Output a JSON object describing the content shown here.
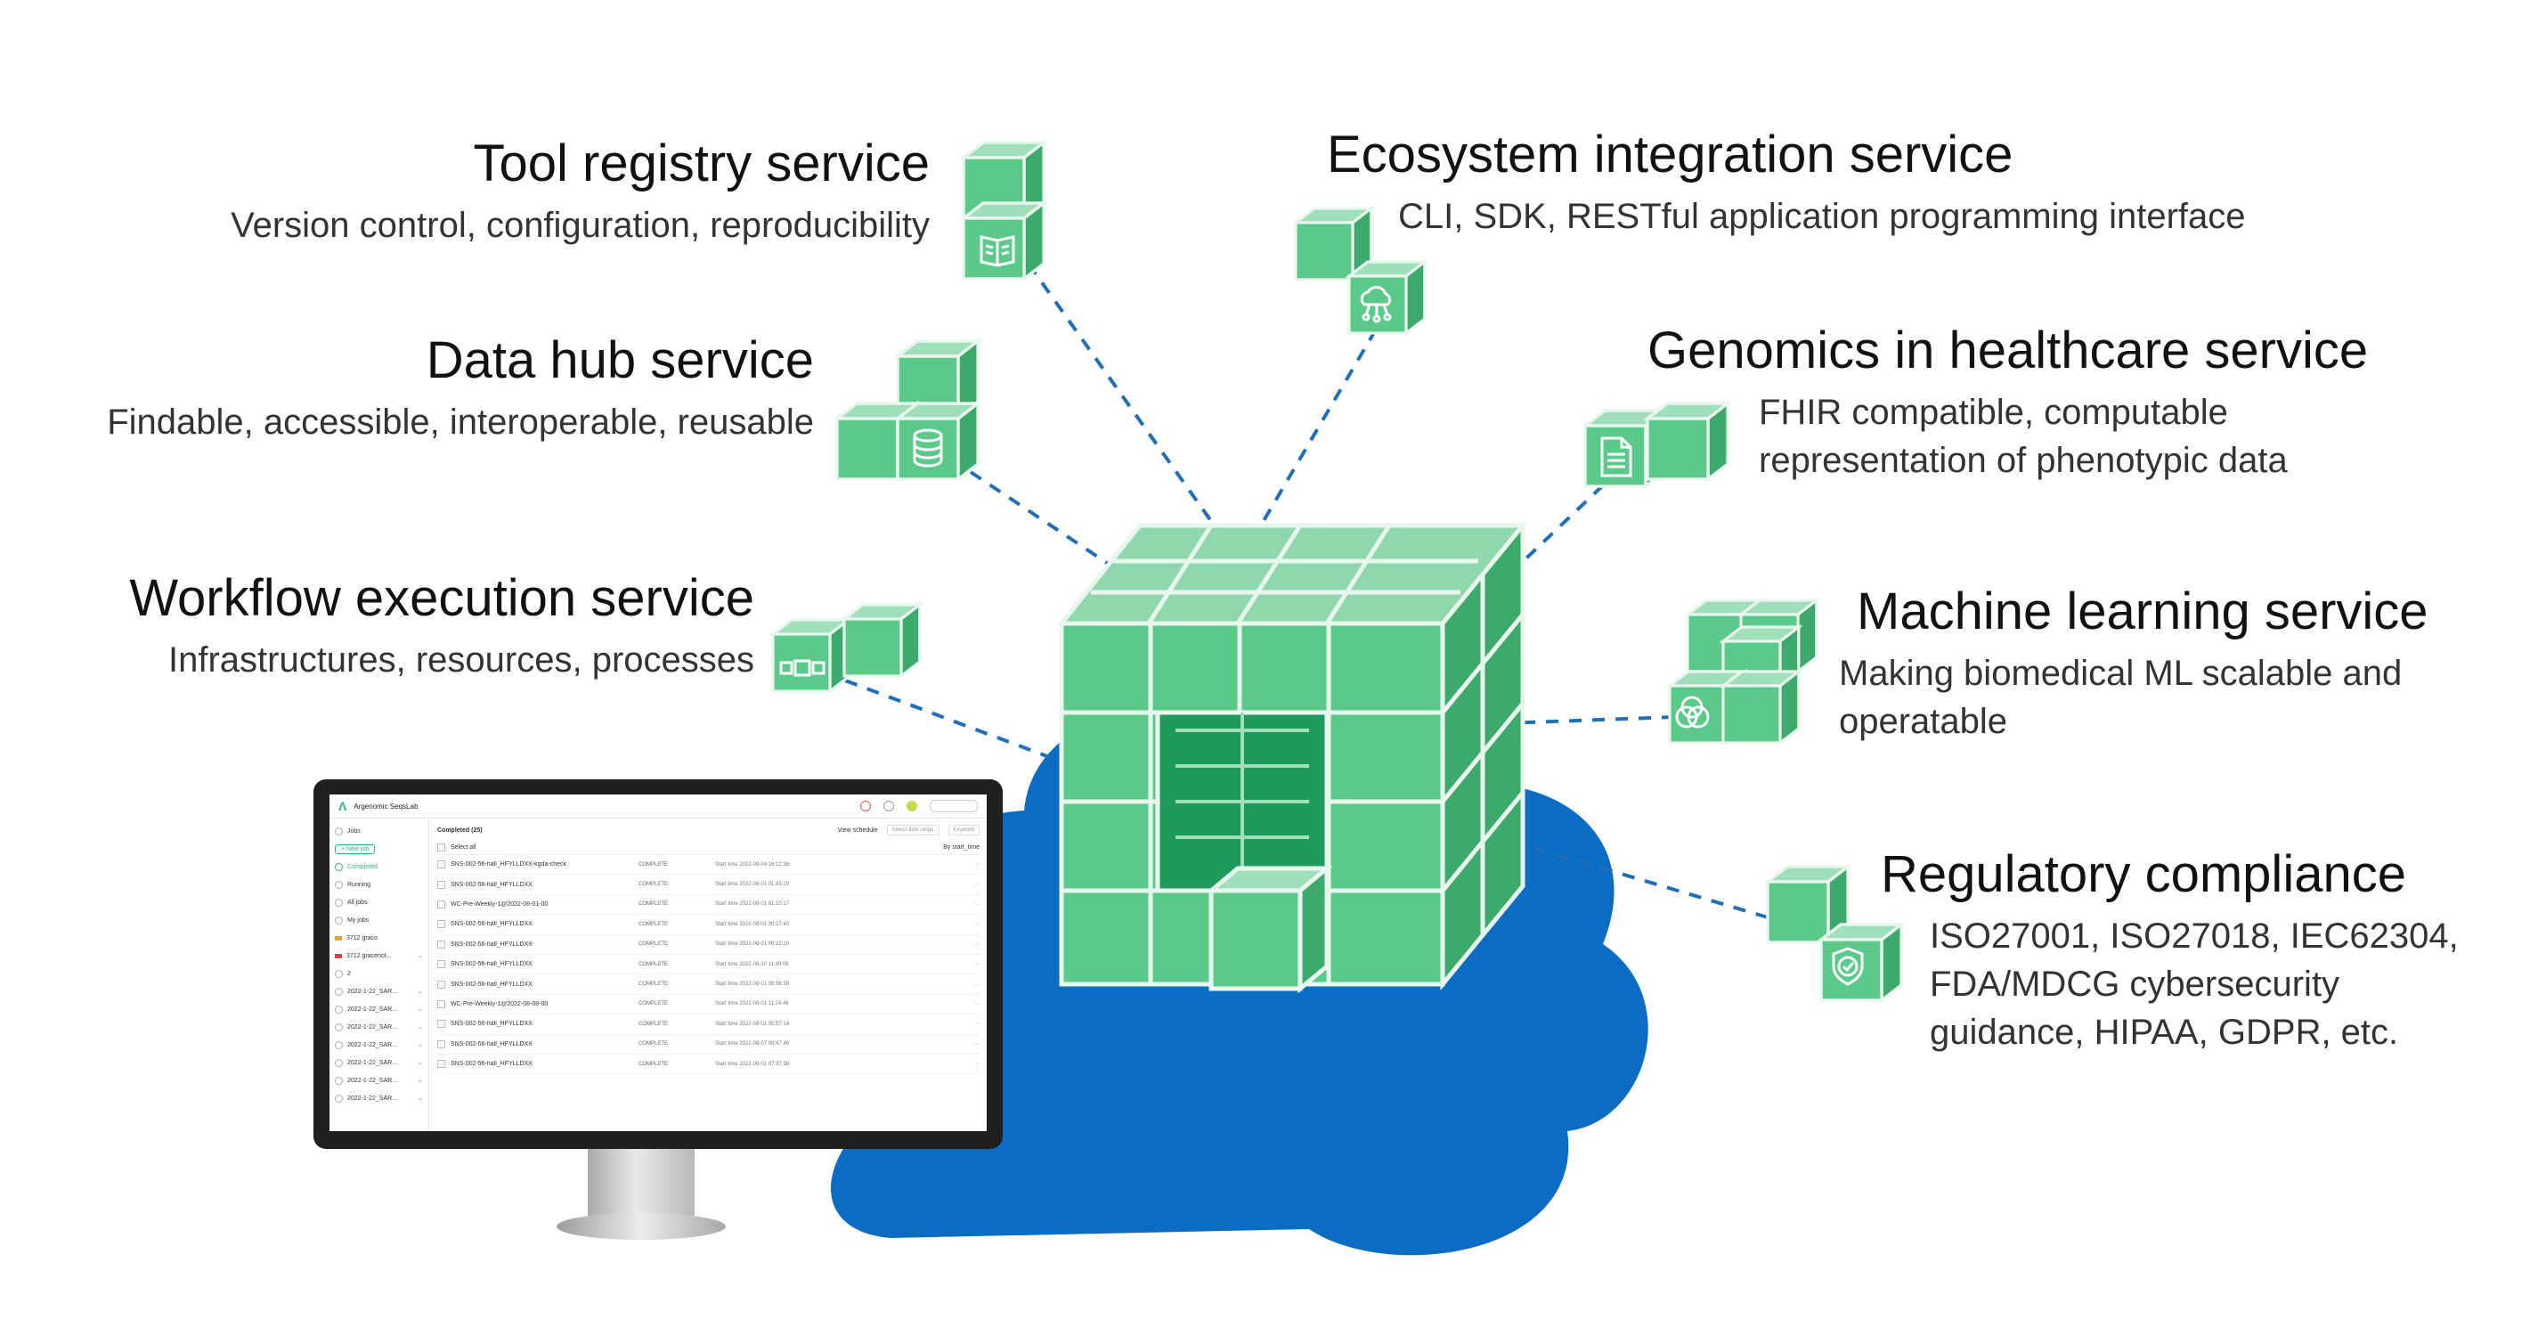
{
  "services": {
    "tool": {
      "title": "Tool registry service",
      "desc": "Version control, configuration, reproducibility"
    },
    "data": {
      "title": "Data hub service",
      "desc": "Findable, accessible, interoperable, reusable"
    },
    "workflow": {
      "title": "Workflow execution service",
      "desc": "Infrastructures, resources, processes"
    },
    "ecosystem": {
      "title": "Ecosystem integration service",
      "desc": "CLI, SDK, RESTful application programming interface"
    },
    "genomics": {
      "title": "Genomics in healthcare service",
      "desc": "FHIR compatible, computable representation of phenotypic data"
    },
    "ml": {
      "title": "Machine learning service",
      "desc": "Making biomedical ML scalable and operatable"
    },
    "regulatory": {
      "title": "Regulatory compliance",
      "desc": "ISO27001, ISO27018, IEC62304, FDA/MDCG cybersecurity guidance, HIPAA, GDPR, etc."
    }
  },
  "icons": [
    "book-icon",
    "database-icon",
    "workflow-icon",
    "cloud-network-icon",
    "document-icon",
    "venn-icon",
    "shield-check-icon"
  ],
  "colors": {
    "cube": "#5ac98a",
    "cube_edge": "#e9f6ee",
    "cloud": "#0b6cc4",
    "dash": "#1f6fb8"
  },
  "app": {
    "brand": "Argenomic SeqsLab",
    "sidebar": [
      {
        "label": "Jobs",
        "kind": "header"
      },
      {
        "label": "+ New job",
        "kind": "button"
      },
      {
        "label": "Completed",
        "kind": "active"
      },
      {
        "label": "Running",
        "kind": "item"
      },
      {
        "label": "All jobs",
        "kind": "item"
      },
      {
        "label": "My jobs",
        "kind": "item"
      },
      {
        "label": "3712 graco",
        "kind": "tag",
        "color": "#f0a030"
      },
      {
        "label": "3712 gracenot...",
        "kind": "tag",
        "color": "#e04040"
      },
      {
        "label": "2",
        "kind": "item"
      },
      {
        "label": "2022-1-22_SAR...",
        "kind": "item"
      },
      {
        "label": "2022-1-22_SAR...",
        "kind": "item"
      },
      {
        "label": "2022-1-22_SAR...",
        "kind": "item"
      },
      {
        "label": "2022-1-22_SAR...",
        "kind": "item"
      },
      {
        "label": "2022-1-22_SAR...",
        "kind": "item"
      },
      {
        "label": "2022-1-22_SAR...",
        "kind": "item"
      },
      {
        "label": "2022-1-22_SAR...",
        "kind": "item"
      }
    ],
    "main_title": "Completed (25)",
    "view_label": "View schedule",
    "date_placeholder": "Select date range",
    "search_placeholder": "Keyword",
    "select_all": "Select all",
    "sort_label": "By start_time",
    "jobs": [
      {
        "name": "SNS-002-56-hall_HFYLLDXX-kgda-check",
        "status": "COMPLETE",
        "time": "Start time 2022-08-04 16:12:36"
      },
      {
        "name": "SNS-002-56-hall_HFYLLDXX",
        "status": "COMPLETE",
        "time": "Start time 2022-08-01 01:43:29"
      },
      {
        "name": "WC-Pre-Weekly-1@2022-08-01-00",
        "status": "COMPLETE",
        "time": "Start time 2022-08-01 01:10:17"
      },
      {
        "name": "SNS-002-56-hall_HFYLLDXX",
        "status": "COMPLETE",
        "time": "Start time 2022-08-01 00:27:40"
      },
      {
        "name": "SNS-002-56-hall_HFYLLDXX",
        "status": "COMPLETE",
        "time": "Start time 2022-08-01 00:23:10"
      },
      {
        "name": "SNS-002-56-hall_HFYLLDXX",
        "status": "COMPLETE",
        "time": "Start time 2022-08-10 11:49:06"
      },
      {
        "name": "SNS-002-56-hall_HFYLLDXX",
        "status": "COMPLETE",
        "time": "Start time 2022-08-01 08:56:38"
      },
      {
        "name": "WC-Pre-Weekly-1@2022-08-08-00",
        "status": "COMPLETE",
        "time": "Start time 2022-08-01 11:24:46"
      },
      {
        "name": "SNS-002-56-hall_HFYLLDXX",
        "status": "COMPLETE",
        "time": "Start time 2022-08-01 05:57:14"
      },
      {
        "name": "SNS-002-56-hall_HFYLLDXX",
        "status": "COMPLETE",
        "time": "Start time 2022-08-07 08:47:46"
      },
      {
        "name": "SNS-002-56-hall_HFYLLDXX",
        "status": "COMPLETE",
        "time": "Start time 2022-08-01 07:37:36"
      }
    ]
  }
}
